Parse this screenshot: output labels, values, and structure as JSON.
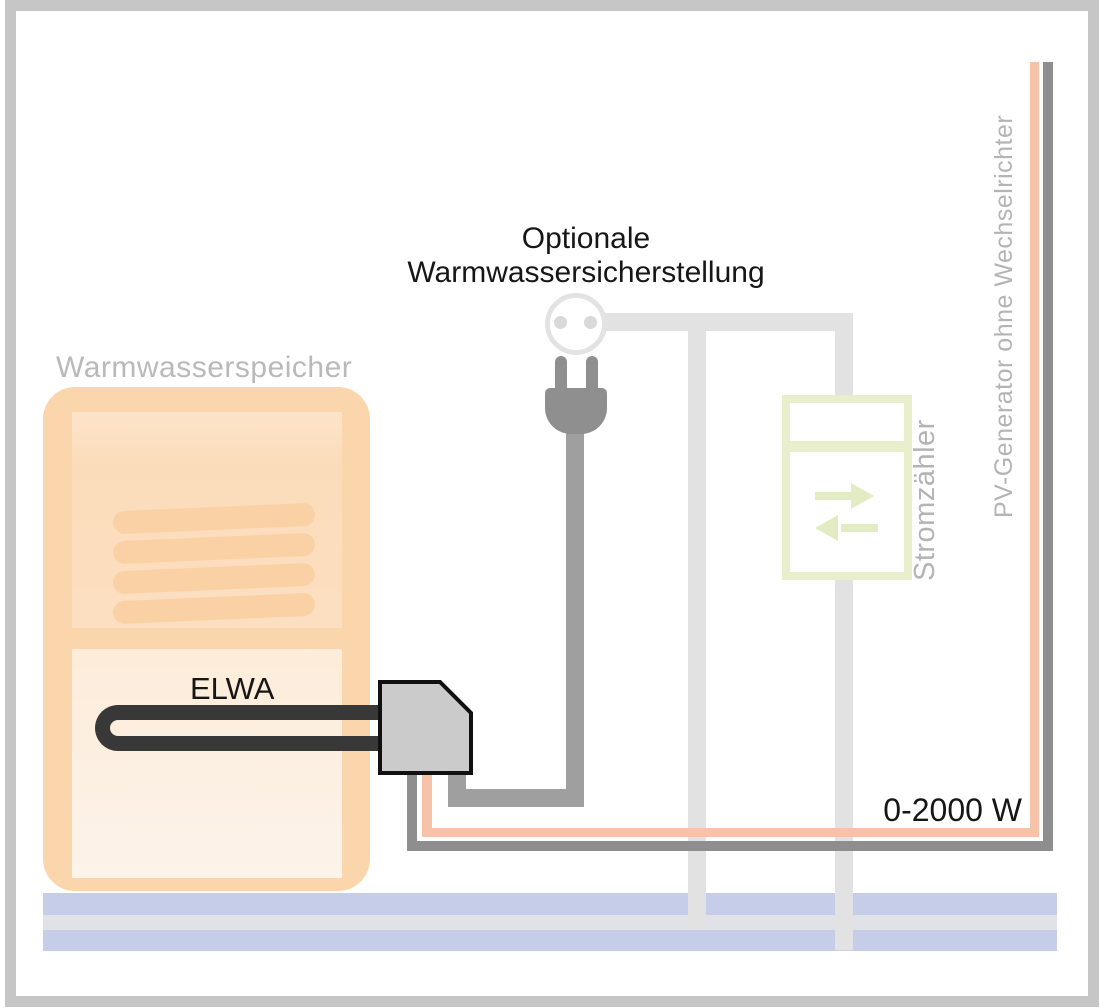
{
  "labels": {
    "tank": "Warmwasserspeicher",
    "optional_line1": "Optionale",
    "optional_line2": "Warmwassersicherstellung",
    "elwa": "ELWA",
    "meter": "Stromzähler",
    "pv_generator": "PV-Generator ohne Wechselrichter",
    "power_range": "0-2000 W"
  },
  "icons": {
    "socket": "power-socket-icon",
    "plug": "power-plug-icon",
    "meter_arrow_right": "arrow-right-icon",
    "meter_arrow_left": "arrow-left-icon",
    "heating_element": "heating-coil-u-tube"
  },
  "colors": {
    "frame_gray": "#c6c6c6",
    "tank_fill": "#fbd5ab",
    "tank_inner_upper": "#fcdfc0",
    "tank_inner_lower": "#fdecd9",
    "coil_stripe": "#f9d1a5",
    "label_gray": "#b4b4b4",
    "ac_wire_light_gray": "#e2e2e2",
    "plug_cord_gray": "#9f9f9f",
    "pv_wire_salmon": "#f6c2a8",
    "pv_wire_dark_gray": "#8e8e8e",
    "plug_gray": "#8f8f8f",
    "elwa_body_gray": "#cbcbcb",
    "elwa_tube_dark": "#383838",
    "meter_green": "#e9efcd",
    "meter_arrow_green": "#e3ebc3",
    "bottom_bar_blue": "#c5cde8",
    "bottom_bar_stripe": "#e0e2e7",
    "text_black": "#161616"
  }
}
